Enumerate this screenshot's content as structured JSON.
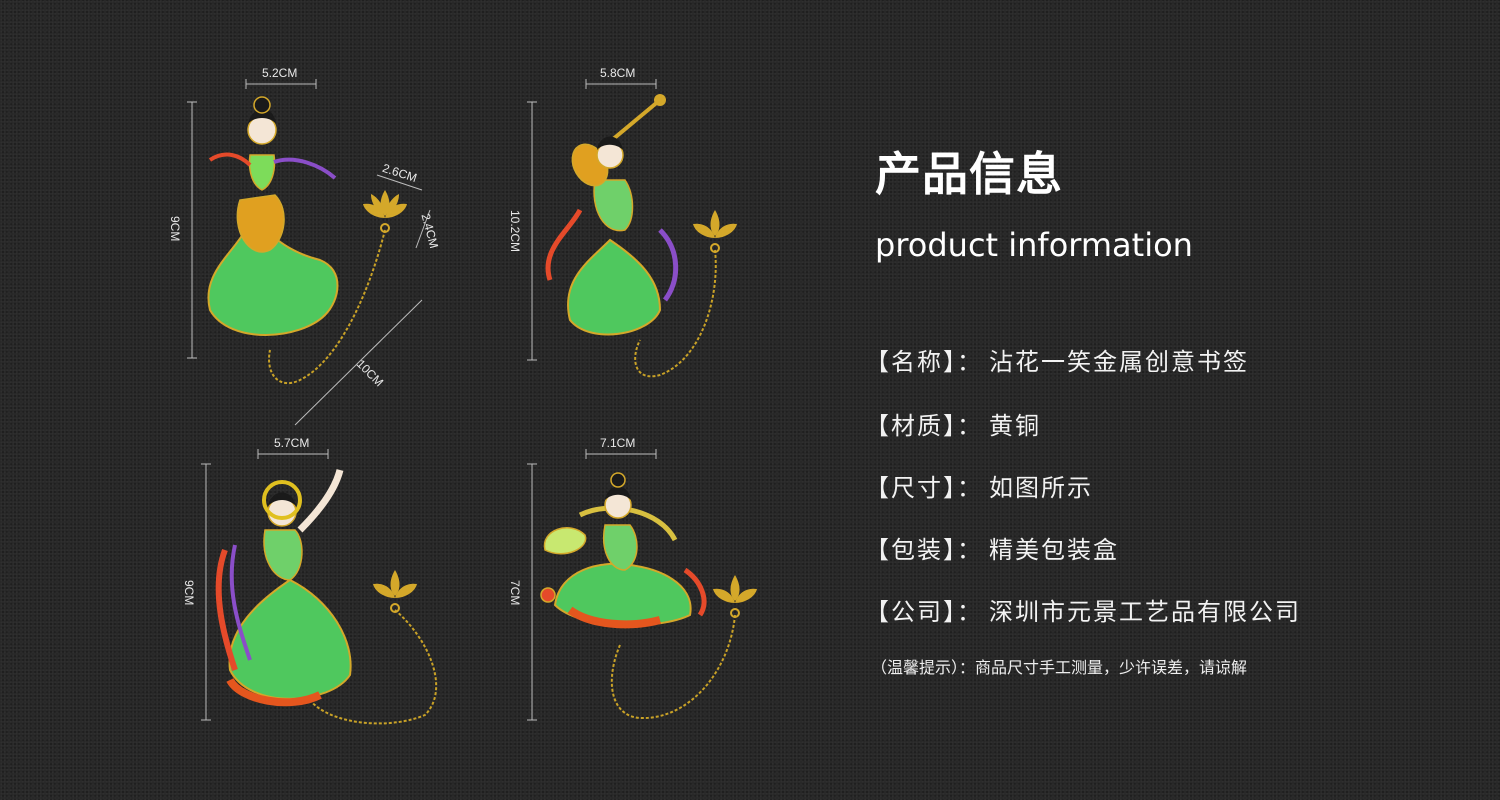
{
  "products": [
    {
      "name": "bookmark-dancer-1",
      "width_label": "5.2CM",
      "height_label": "9CM",
      "extra_labels": [
        "2.6CM",
        "2.4CM",
        "10CM"
      ]
    },
    {
      "name": "bookmark-pipa-player",
      "width_label": "5.8CM",
      "height_label": "10.2CM",
      "extra_labels": []
    },
    {
      "name": "bookmark-dancer-2",
      "width_label": "5.7CM",
      "height_label": "9CM",
      "extra_labels": []
    },
    {
      "name": "bookmark-seated-lady",
      "width_label": "7.1CM",
      "height_label": "7CM",
      "extra_labels": []
    }
  ],
  "info": {
    "title": "产品信息",
    "subtitle": "product information",
    "specs": [
      {
        "label": "【名称】：",
        "value": "沾花一笑金属创意书签"
      },
      {
        "label": "【材质】：",
        "value": "黄铜"
      },
      {
        "label": "【尺寸】：",
        "value": "如图所示"
      },
      {
        "label": "【包装】：",
        "value": "精美包装盒"
      },
      {
        "label": "【公司】：",
        "value": "深圳市元景工艺品有限公司"
      }
    ],
    "note": "（温馨提示）：商品尺寸手工测量，少许误差，请谅解"
  },
  "colors": {
    "background": "#272727",
    "gold": "#d4a82a",
    "jade_green": "#5fd16a",
    "text": "#ffffff"
  }
}
